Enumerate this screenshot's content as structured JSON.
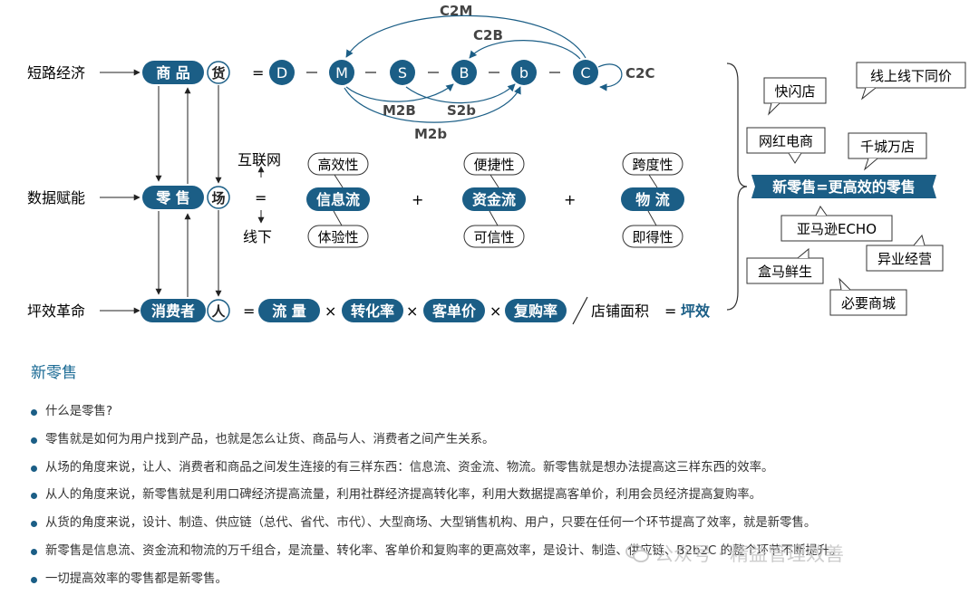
{
  "diagram": {
    "rows": [
      {
        "label": "短路经济",
        "item": "商 品",
        "tag": "货"
      },
      {
        "label": "数据赋能",
        "item": "零 售",
        "tag": "场"
      },
      {
        "label": "坪效革命",
        "item": "消费者",
        "tag": "人"
      }
    ],
    "chain": {
      "equals": "=",
      "nodes": [
        "D",
        "M",
        "S",
        "B",
        "b",
        "C"
      ],
      "arcs": [
        "C2M",
        "C2B",
        "C2C",
        "M2B",
        "S2b",
        "M2b"
      ]
    },
    "channels": {
      "top": "互联网",
      "eq": "=",
      "bottom": "线下"
    },
    "flows": [
      {
        "top": "高效性",
        "main": "信息流",
        "bottom": "体验性"
      },
      {
        "top": "便捷性",
        "main": "资金流",
        "bottom": "可信性"
      },
      {
        "top": "跨度性",
        "main": "物 流",
        "bottom": "即得性"
      }
    ],
    "plus": "+",
    "formula": {
      "eq": "=",
      "terms": [
        "流 量",
        "转化率",
        "客单价",
        "复购率"
      ],
      "times": "×",
      "divider": "店铺面积",
      "eq2": "=",
      "result": "坪效"
    },
    "right": {
      "center": "新零售=更高效的零售",
      "bubbles": [
        "快闪店",
        "线上线下同价",
        "网红电商",
        "千城万店",
        "亚马逊ECHO",
        "异业经营",
        "盒马鲜生",
        "必要商城"
      ]
    }
  },
  "section": {
    "title": "新零售",
    "bullets": [
      "什么是零售?",
      "零售就是如何为用户找到产品，也就是怎么让货、商品与人、消费者之间产生关系。",
      "从场的角度来说，让人、消费者和商品之间发生连接的有三样东西：信息流、资金流、物流。新零售就是想办法提高这三样东西的效率。",
      "从人的角度来说，新零售就是利用口碑经济提高流量，利用社群经济提高转化率，利用大数据提高客单价，利用会员经济提高复购率。",
      "从货的角度来说，设计、制造、供应链（总代、省代、市代）、大型商场、大型销售机构、用户，只要在任何一个环节提高了效率，就是新零售。",
      "新零售是信息流、资金流和物流的万千组合，是流量、转化率、客单价和复购率的更高效率，是设计、制造、供应链、B2b2C 的整个环节不断提升。",
      "一切提高效率的零售都是新零售。"
    ]
  },
  "watermark": "公众号 · 精益管理效善",
  "colors": {
    "primary": "#1b5e86",
    "title": "#1a6a94",
    "line": "#333333"
  }
}
